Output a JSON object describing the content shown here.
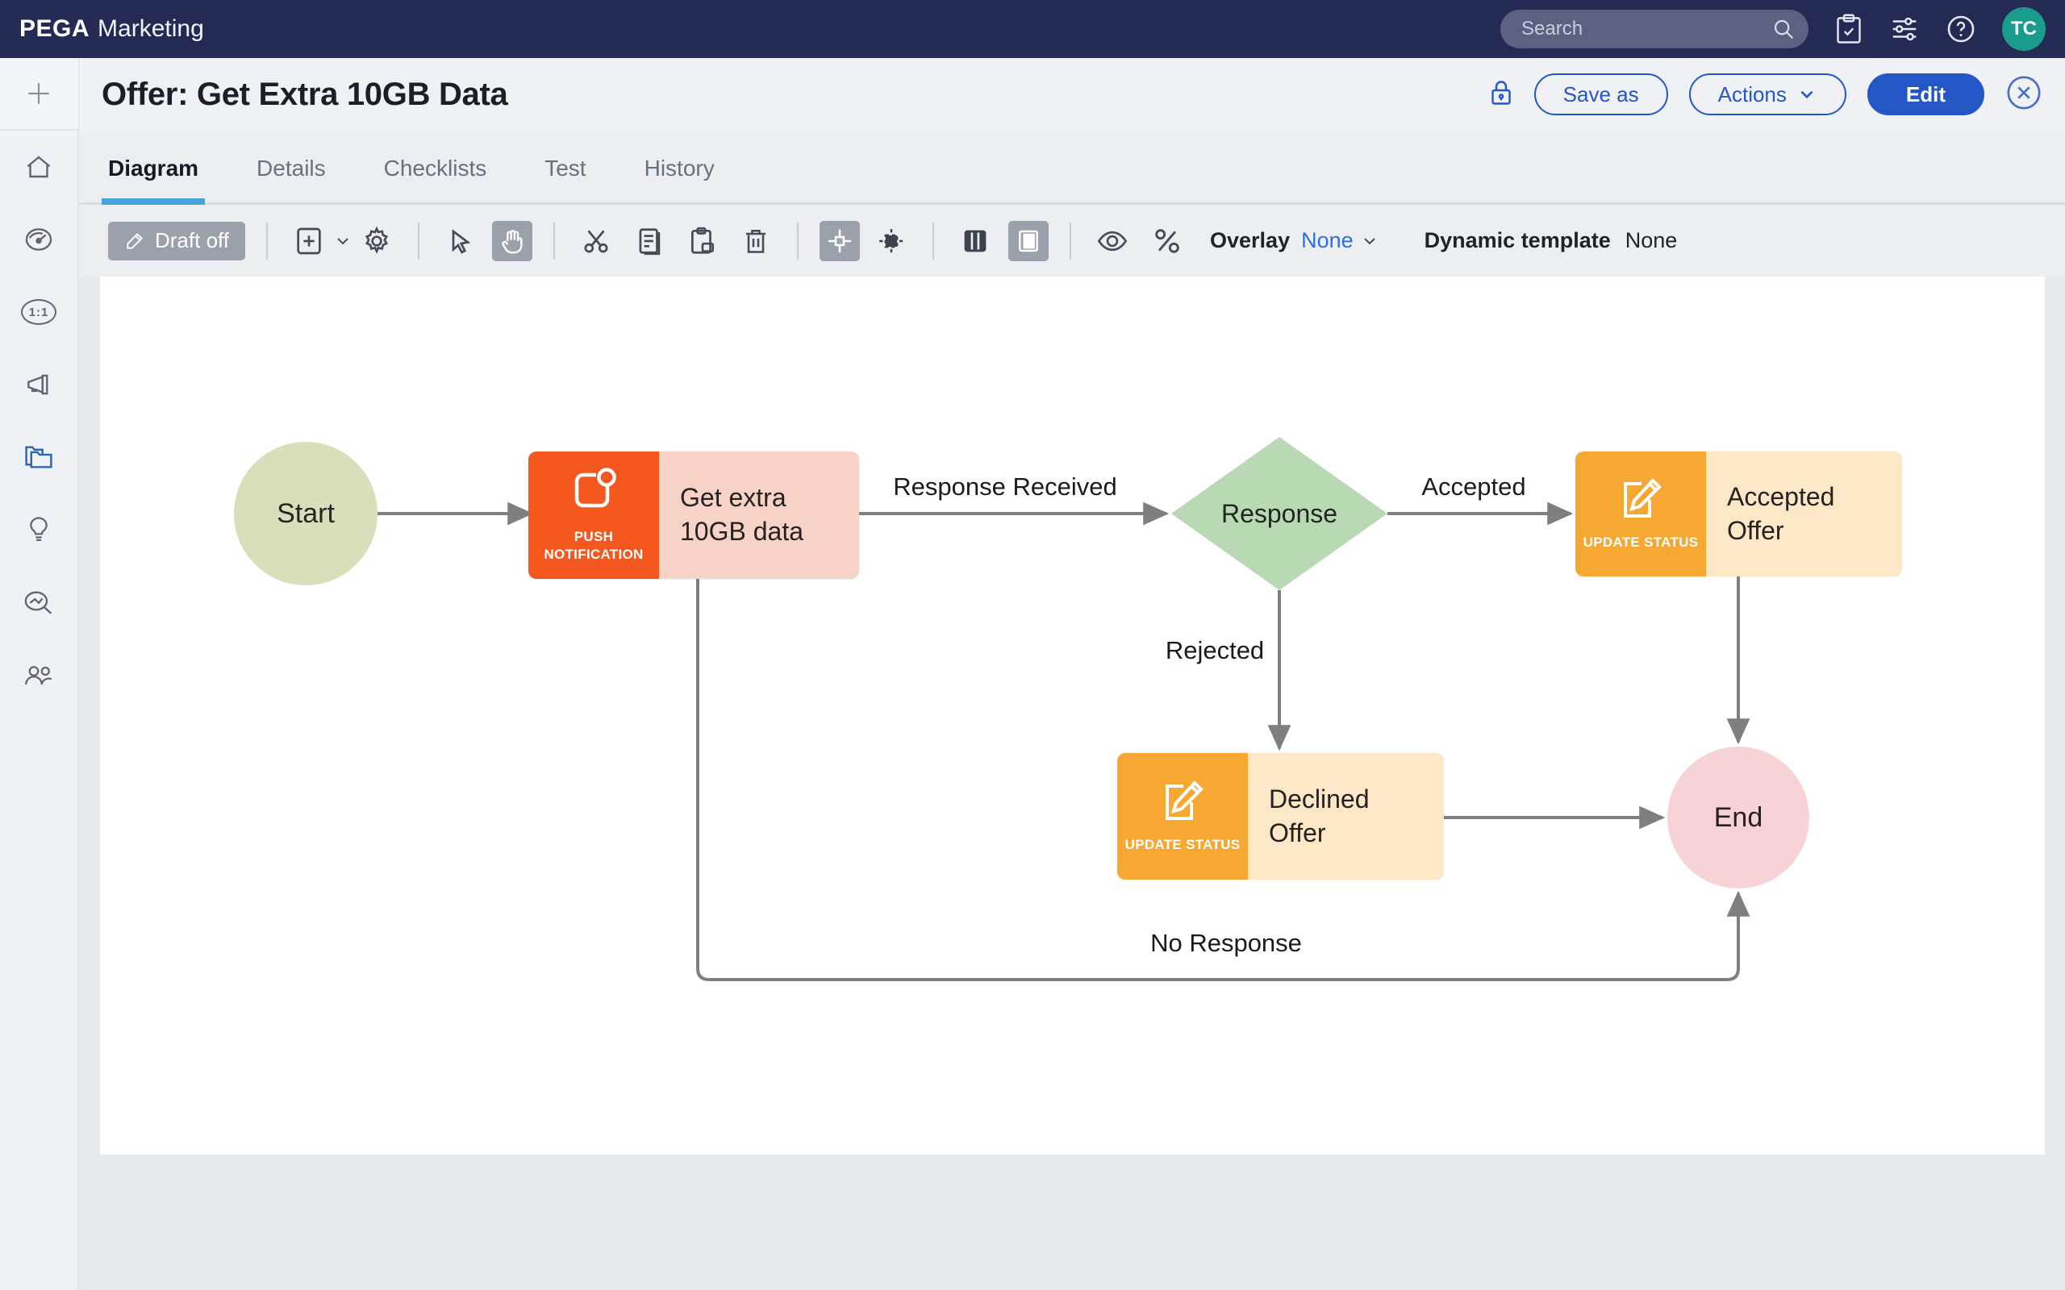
{
  "topbar": {
    "brand": "PEGA",
    "app_name": "Marketing",
    "search_placeholder": "Search",
    "avatar_initials": "TC",
    "icons": [
      "search-icon",
      "clipboard-check-icon",
      "sliders-icon",
      "help-icon"
    ]
  },
  "sidebar": {
    "one_to_one_label": "1:1",
    "icons": [
      "plus-icon",
      "home-icon",
      "gauge-icon",
      "one-to-one-icon",
      "megaphone-icon",
      "folders-icon",
      "lightbulb-icon",
      "chart-search-icon",
      "people-icon"
    ],
    "active_item": "folders-icon"
  },
  "header": {
    "title": "Offer: Get Extra 10GB Data",
    "save_as_label": "Save as",
    "actions_label": "Actions",
    "edit_label": "Edit",
    "icons": [
      "lock-icon",
      "close-icon"
    ]
  },
  "tabs": [
    {
      "label": "Diagram",
      "active": true
    },
    {
      "label": "Details",
      "active": false
    },
    {
      "label": "Checklists",
      "active": false
    },
    {
      "label": "Test",
      "active": false
    },
    {
      "label": "History",
      "active": false
    }
  ],
  "toolbar": {
    "draft_label": "Draft off",
    "overlay_label": "Overlay",
    "overlay_value": "None",
    "dynamic_template_label": "Dynamic template",
    "dynamic_template_value": "None",
    "percent_glyph": "%",
    "icons": [
      "pencil-icon",
      "add-shape-icon",
      "chevron-down-icon",
      "gear-icon",
      "cursor-icon",
      "hand-icon",
      "cut-icon",
      "copy-icon",
      "paste-icon",
      "trash-icon",
      "snap-grid-icon",
      "marquee-icon",
      "table-columns-icon",
      "table-rows-icon",
      "eye-icon",
      "percent-icon"
    ],
    "active_tools": [
      "hand-icon",
      "snap-grid-icon",
      "table-rows-icon"
    ]
  },
  "diagram": {
    "nodes": {
      "start": {
        "label": "Start"
      },
      "push": {
        "type_label": "PUSH NOTIFICATION",
        "title": "Get extra 10GB data"
      },
      "response": {
        "label": "Response"
      },
      "accepted": {
        "type_label": "UPDATE STATUS",
        "title": "Accepted Offer"
      },
      "declined": {
        "type_label": "UPDATE STATUS",
        "title": "Declined Offer"
      },
      "end": {
        "label": "End"
      }
    },
    "edges": {
      "response_received": "Response Received",
      "accepted": "Accepted",
      "rejected": "Rejected",
      "no_response": "No Response"
    }
  },
  "colors": {
    "topbar_bg": "#232b55",
    "accent_blue": "#2457c5",
    "link_blue": "#2e6fe0",
    "tab_underline": "#45a4d9",
    "avatar_teal": "#1a9c8c",
    "start_fill": "#d9dfbb",
    "push_orange": "#f4581f",
    "push_panel": "#f6d3c6",
    "response_green": "#b9d9b4",
    "status_orange": "#f6a832",
    "status_panel": "#fce7c7",
    "end_pink": "#f7d3d8",
    "arrow_grey": "#7f7f7f"
  }
}
